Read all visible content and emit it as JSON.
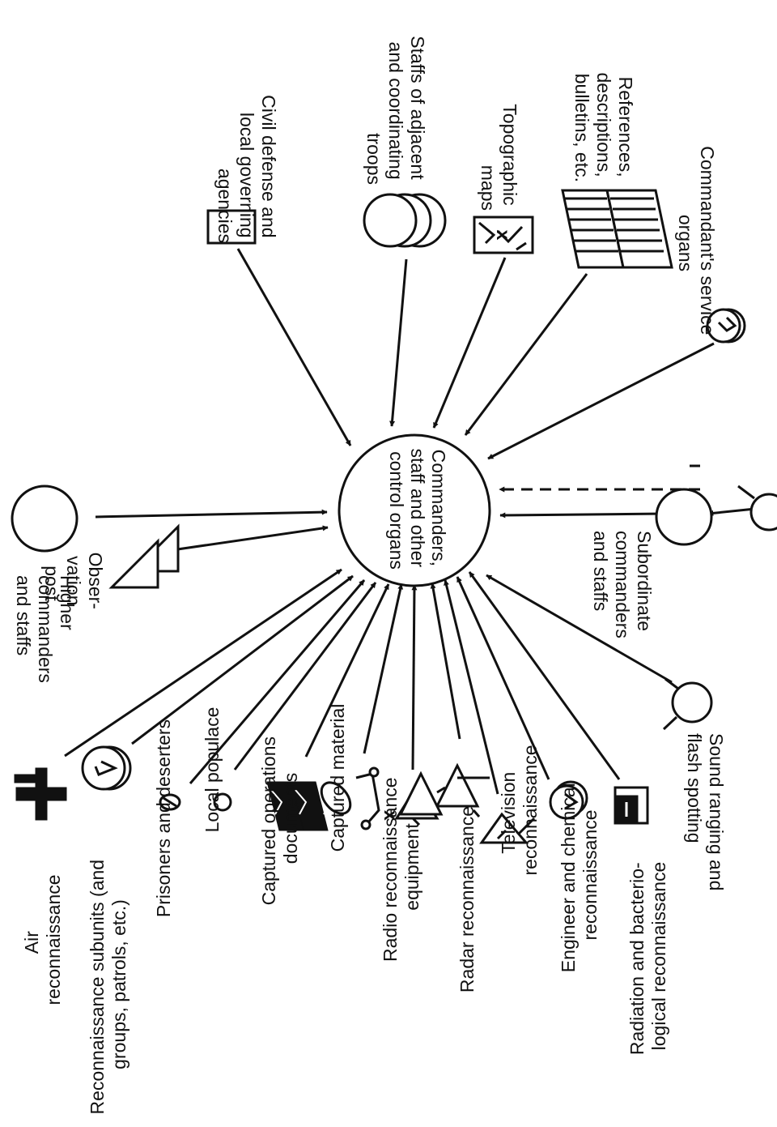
{
  "center": {
    "lines": [
      "Commanders,",
      "staff and other",
      "control organs"
    ]
  },
  "sources": {
    "higher": {
      "lines": [
        "Higher",
        "commanders",
        "and staffs"
      ],
      "icon": "circle-icon"
    },
    "observation": {
      "lines": [
        "Obser-",
        "vation",
        "post"
      ],
      "icon": "observation-post-icon"
    },
    "civil": {
      "lines": [
        "Civil defense and",
        "local governing",
        "agencies"
      ],
      "icon": "rectangle-icon"
    },
    "adjacent": {
      "lines": [
        "Staffs of adjacent",
        "and coordinating",
        "troops"
      ],
      "icon": "stacked-circles-icon"
    },
    "topo": {
      "lines": [
        "Topographic",
        "maps"
      ],
      "icon": "map-icon"
    },
    "references": {
      "lines": [
        "References,",
        "descriptions,",
        "bulletins,  etc."
      ],
      "icon": "document-stack-icon"
    },
    "commandant": {
      "lines": [
        "Commandant's service",
        "organs"
      ],
      "icon": "service-organ-icon"
    },
    "subordinate": {
      "lines": [
        "Subordinate",
        "commanders",
        "and staffs"
      ],
      "icon": "circle-icon"
    },
    "sound": {
      "lines": [
        "Sound ranging and",
        "flash spotting"
      ],
      "icon": "sound-ranging-icon"
    },
    "air": {
      "lines": [
        "Air",
        "reconnaissance"
      ],
      "icon": "aircraft-icon"
    },
    "recon_subunits": {
      "lines": [
        "Reconnaissance subunits (and",
        "groups, patrols, etc.)"
      ],
      "icon": "recon-subunit-icon"
    },
    "prisoners": {
      "lines": [
        "Prisoners and deserters"
      ],
      "icon": "prisoner-icon"
    },
    "local": {
      "lines": [
        "Local populace"
      ],
      "icon": "small-circle-icon"
    },
    "captured_docs": {
      "lines": [
        "Captured operations",
        "documents"
      ],
      "icon": "captured-docs-icon"
    },
    "captured_mat": {
      "lines": [
        "Captured material"
      ],
      "icon": "captured-material-icon"
    },
    "radio": {
      "lines": [
        "Radio reconnaissance",
        "equipment"
      ],
      "icon": "radio-icon"
    },
    "radar": {
      "lines": [
        "Radar reconnaissance"
      ],
      "icon": "radar-icon"
    },
    "tv": {
      "lines": [
        "Television",
        "reconnaissance"
      ],
      "icon": "television-icon"
    },
    "engineer": {
      "lines": [
        "Engineer and chemical",
        "reconnaissance"
      ],
      "icon": "engineer-chemical-icon"
    },
    "radiation": {
      "lines": [
        "Radiation and bacterio-",
        "logical reconnaissance"
      ],
      "icon": "radiation-icon"
    }
  }
}
